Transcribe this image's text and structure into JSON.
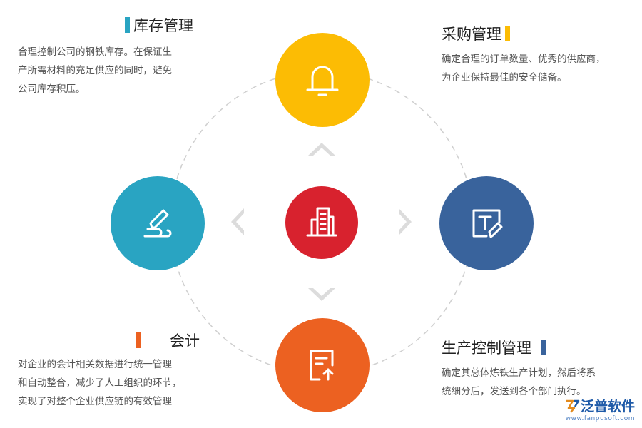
{
  "center": {
    "icon": "building-icon",
    "color": "#d8222e"
  },
  "nodes": {
    "top": {
      "icon": "bell-icon",
      "color": "#fcbc04"
    },
    "right": {
      "icon": "text-edit-icon",
      "color": "#39639c"
    },
    "bottom": {
      "icon": "document-upload-icon",
      "color": "#ec6121"
    },
    "left": {
      "icon": "pen-writing-icon",
      "color": "#29a4c2"
    }
  },
  "blocks": {
    "inventory": {
      "title": "库存管理",
      "color": "#29a4c2",
      "lines": [
        "合理控制公司的钢铁库存。在保证生",
        "产所需材料的充足供应的同时，避免",
        "公司库存积压。"
      ]
    },
    "purchase": {
      "title": "采购管理",
      "color": "#fcbc04",
      "lines": [
        "确定合理的订单数量、优秀的供应商，",
        "为企业保持最佳的安全储备。"
      ]
    },
    "accounting": {
      "title": "会计",
      "color": "#ec6121",
      "lines": [
        "对企业的会计相关数据进行统一管理",
        "和自动整合，减少了人工组织的环节，",
        "实现了对整个企业供应链的有效管理"
      ]
    },
    "production": {
      "title": "生产控制管理",
      "color": "#39639c",
      "lines": [
        "确定其总体炼铁生产计划，然后将系",
        "统细分后，发送到各个部门执行。"
      ]
    }
  },
  "logo": {
    "name": "泛普软件",
    "url": "www.fanpusoft.com",
    "icon": "fanpu-logo-icon"
  }
}
